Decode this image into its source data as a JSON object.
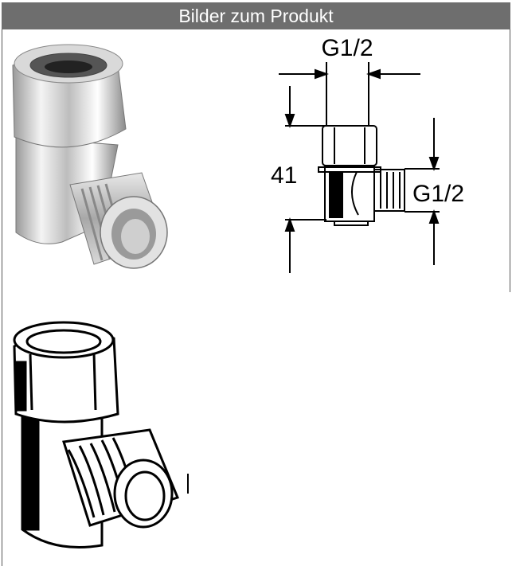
{
  "header": {
    "title": "Bilder zum Produkt"
  },
  "drawing": {
    "top_dimension": "G1/2",
    "side_dimension": "G1/2",
    "height_dimension": "41"
  }
}
